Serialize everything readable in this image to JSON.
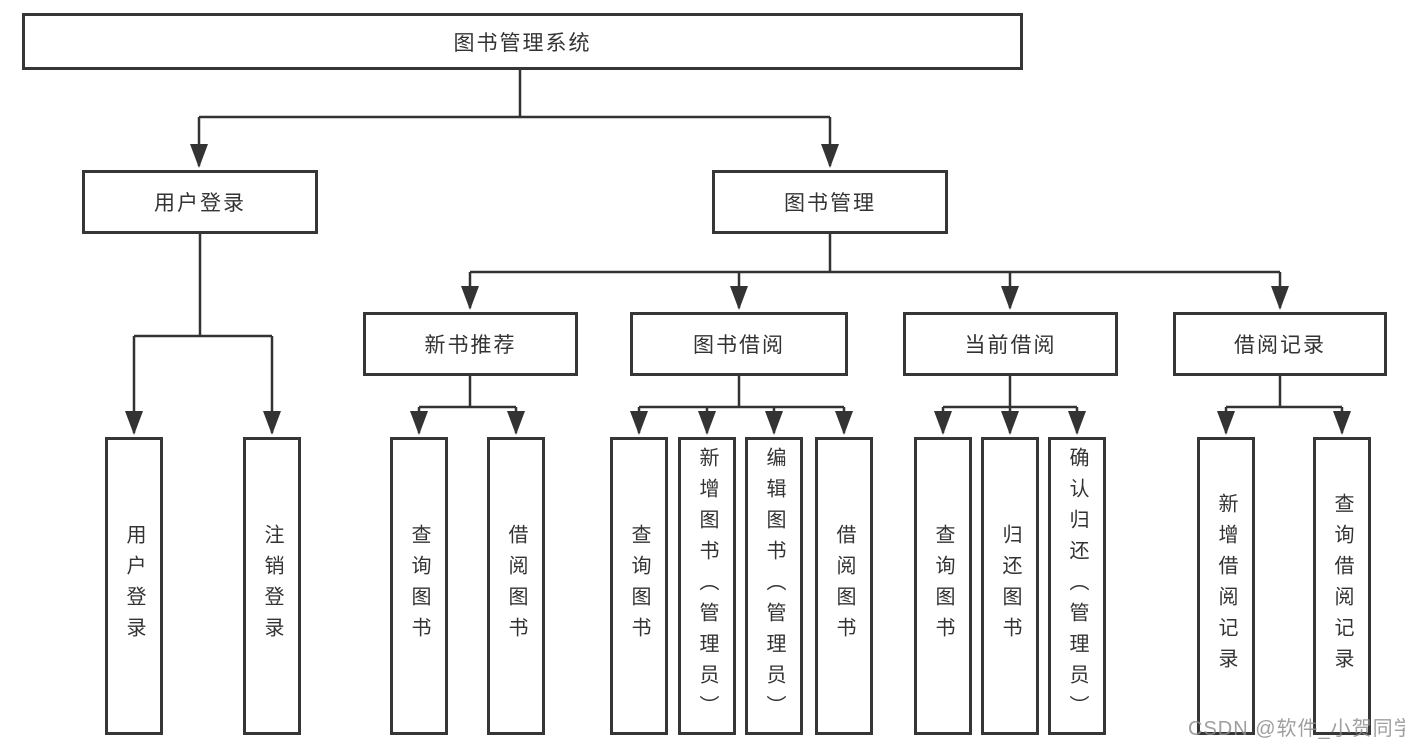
{
  "diagram": {
    "root": {
      "label": "图书管理系统"
    },
    "level2": [
      {
        "label": "用户登录"
      },
      {
        "label": "图书管理"
      }
    ],
    "level3": [
      {
        "label": "新书推荐"
      },
      {
        "label": "图书借阅"
      },
      {
        "label": "当前借阅"
      },
      {
        "label": "借阅记录"
      }
    ],
    "leaves": {
      "user_login": [
        "用户登录",
        "注销登录"
      ],
      "new_book": [
        "查询图书",
        "借阅图书"
      ],
      "book_borrow": [
        "查询图书",
        "新增图书（管理员）",
        "编辑图书（管理员）",
        "借阅图书"
      ],
      "current_borrow": [
        "查询图书",
        "归还图书",
        "确认归还（管理员）"
      ],
      "borrow_records": [
        "新增借阅记录",
        "查询借阅记录"
      ]
    },
    "colors": {
      "line": "#333333",
      "box_border": "#363636",
      "box_fill": "#ffffff",
      "text": "#333333",
      "watermark": "#8e8e8e"
    }
  },
  "watermark": {
    "text": "CSDN @软件_小贺同学"
  }
}
